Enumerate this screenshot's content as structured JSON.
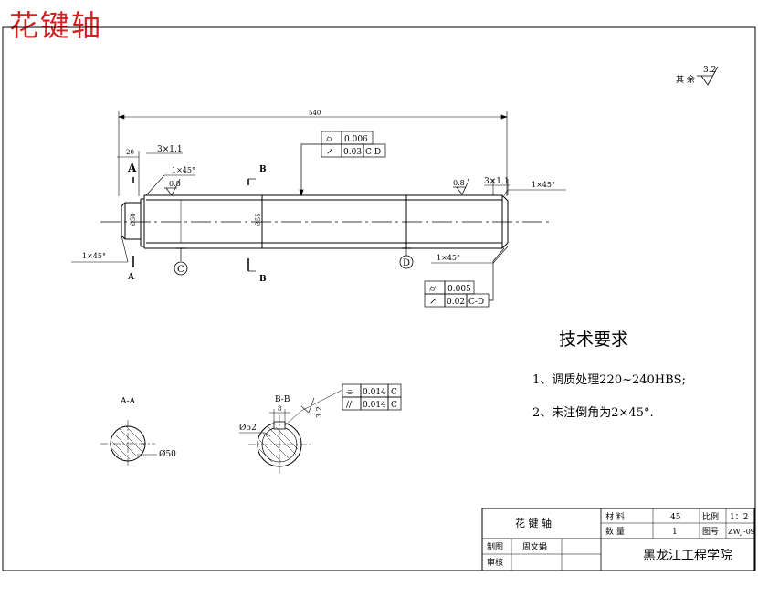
{
  "header_title": "花键轴",
  "roughness_note": {
    "prefix": "其 余",
    "value": "3.2"
  },
  "dimensions": {
    "overall_length": "540",
    "left_offset": "20",
    "chamfer_left": "1×45°",
    "chamfer_left_top": "1×45°",
    "chamfer_right_top": "1×45°",
    "chamfer_right_bottom": "1×45°",
    "undercut_left": "3×1.1",
    "undercut_right": "3×1.1",
    "dia_left": "Ø50",
    "dia_mid": "Ø55",
    "roughness_left": "0.8",
    "roughness_right": "0.8"
  },
  "sections": {
    "a_top": "A",
    "a_bottom": "A",
    "b_top": "B",
    "b_bottom": "B",
    "datum_c": "C",
    "datum_d": "D"
  },
  "tolerance_frames": {
    "top": [
      {
        "symbol": "⌭",
        "value": "0.006",
        "datum": ""
      },
      {
        "symbol": "↗",
        "value": "0.03",
        "datum": "C-D"
      }
    ],
    "bottom": [
      {
        "symbol": "⌭",
        "value": "0.005",
        "datum": ""
      },
      {
        "symbol": "↗",
        "value": "0.02",
        "datum": "C-D"
      }
    ],
    "section_bb": [
      {
        "symbol": "⌯",
        "value": "0.014",
        "datum": "C"
      },
      {
        "symbol": "//",
        "value": "0.014",
        "datum": "C"
      }
    ]
  },
  "section_views": {
    "aa_title": "A-A",
    "aa_dia": "Ø50",
    "bb_title": "B-B",
    "bb_dia": "Ø52",
    "bb_key_width": "8",
    "bb_roughness": "3.2"
  },
  "technical_requirements": {
    "title": "技术要求",
    "items": [
      "1、调质处理220~240HBS;",
      "2、未注倒角为2×45°."
    ]
  },
  "title_block": {
    "part_name": "花 键 轴",
    "material_label": "材    料",
    "material_value": "45",
    "scale_label": "比例",
    "scale_value": "1：2",
    "quantity_label": "数    量",
    "quantity_value": "1",
    "drawing_no_label": "图号",
    "drawing_no_value": "ZWJ-09",
    "drawn_label": "制图",
    "drawn_value": "周文娟",
    "checked_label": "审核",
    "checked_value": "",
    "school": "黑龙江工程学院"
  }
}
